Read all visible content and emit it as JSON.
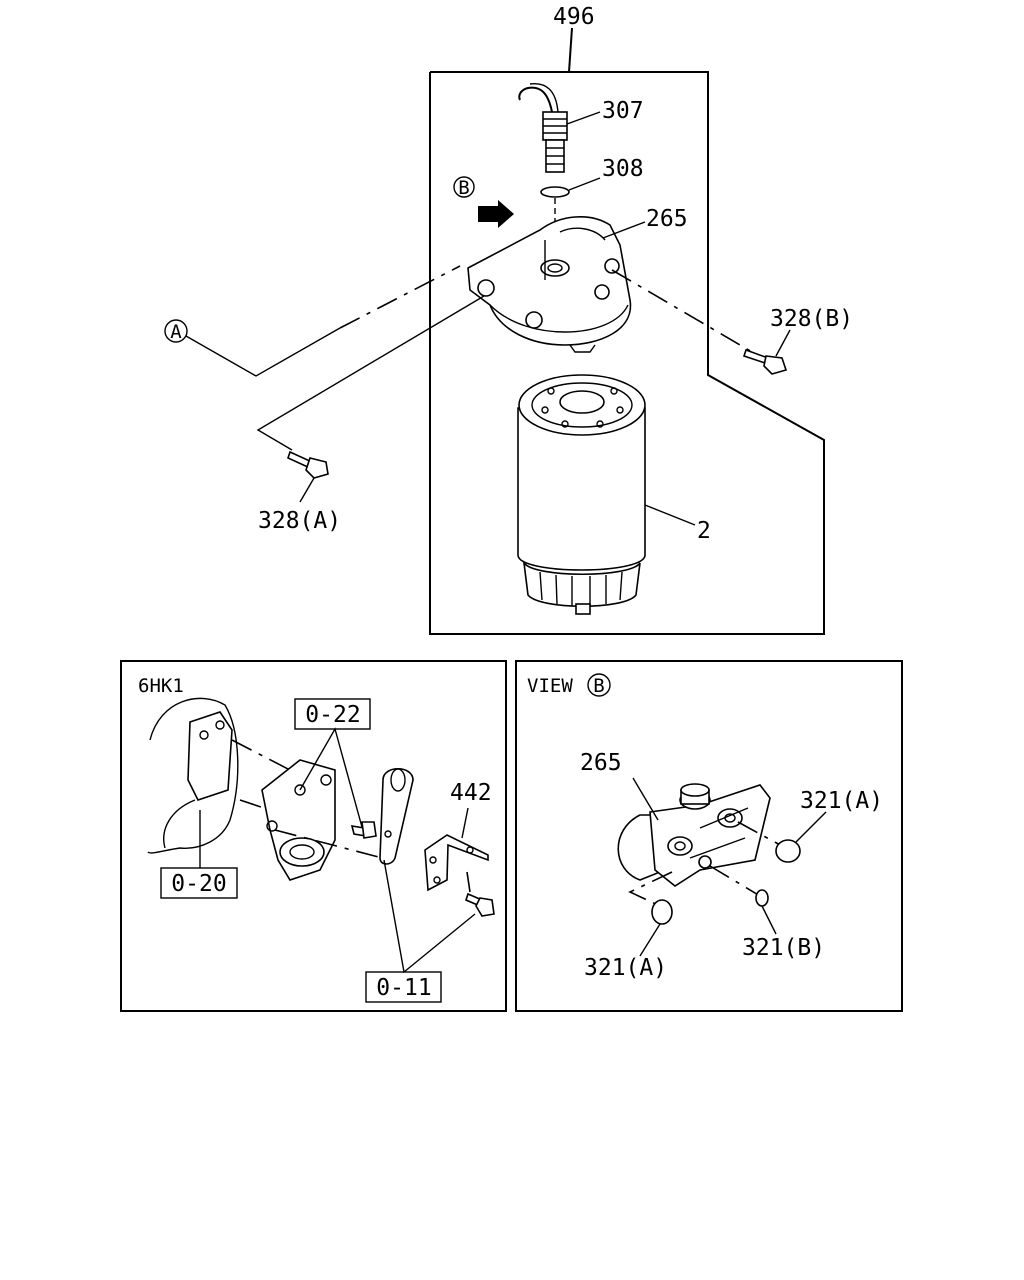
{
  "main": {
    "assembly_number": "496",
    "callouts": {
      "sensor": "307",
      "sensor_oring": "308",
      "filter_head": "265",
      "bolt_b": "328(B)",
      "bolt_a": "328(A)",
      "filter_element": "2"
    },
    "view_marker": "B",
    "ref_marker": "A"
  },
  "inset_6hk1": {
    "title": "6HK1",
    "ref_0_22": "0-22",
    "ref_0_20": "0-20",
    "ref_0_11": "0-11",
    "bracket": "442"
  },
  "inset_view_b": {
    "title_prefix": "VIEW",
    "title_marker": "B",
    "filter_head": "265",
    "oring_a_top": "321(A)",
    "oring_a_bottom": "321(A)",
    "oring_b": "321(B)"
  }
}
